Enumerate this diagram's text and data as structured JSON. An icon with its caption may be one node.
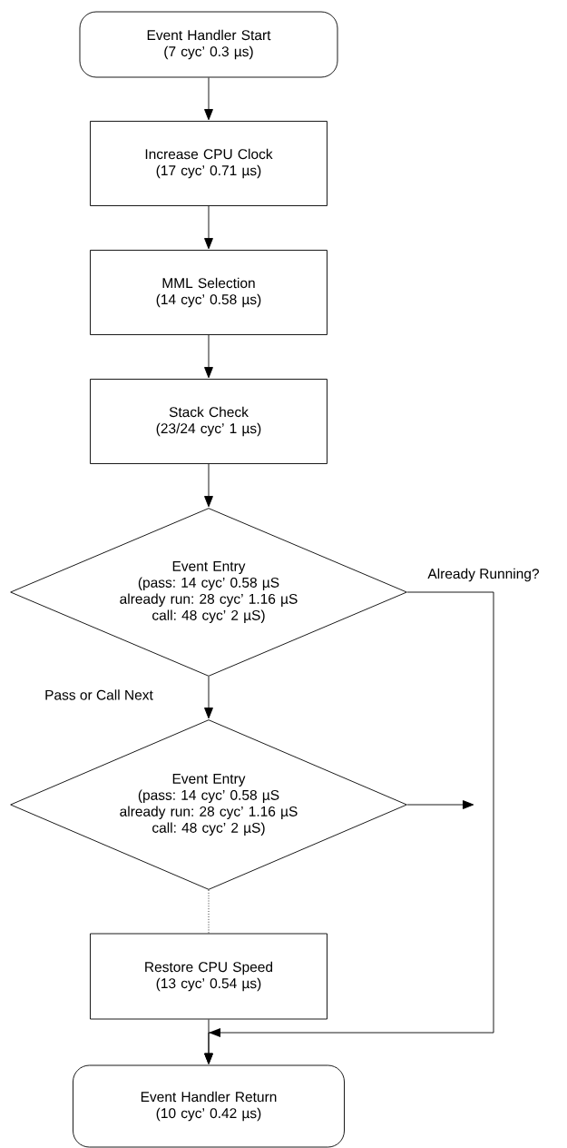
{
  "diagram": {
    "nodes": [
      {
        "text": [
          "Event Handler Start",
          "(7 cyc’ 0.3 µs)"
        ]
      },
      {
        "text": [
          "Increase CPU Clock",
          "(17 cyc’ 0.71 µs)"
        ]
      },
      {
        "text": [
          "MML Selection",
          "(14 cyc’ 0.58 µs)"
        ]
      },
      {
        "text": [
          "Stack Check",
          "(23/24 cyc’ 1 µs)"
        ]
      },
      {
        "text": [
          "Event Entry",
          "(pass: 14 cyc’ 0.58 µS",
          "already run: 28 cyc’ 1.16 µS",
          "call: 48 cyc’ 2 µS)"
        ]
      },
      {
        "text": [
          "Event Entry",
          "(pass: 14 cyc’ 0.58 µS",
          "already run: 28 cyc’ 1.16 µS",
          "call: 48 cyc’ 2 µS)"
        ]
      },
      {
        "text": [
          "Restore CPU Speed",
          "(13 cyc’ 0.54 µs)"
        ]
      },
      {
        "text": [
          "Event Handler Return",
          "(10 cyc’ 0.42 µs)"
        ]
      }
    ],
    "edges": [
      {
        "from": 0,
        "to": 1,
        "arrow": "to"
      },
      {
        "from": 1,
        "to": 2,
        "arrow": "to"
      },
      {
        "from": 2,
        "to": 3,
        "arrow": "to"
      },
      {
        "from": 3,
        "to": 4,
        "arrow": "to"
      },
      {
        "from": 4,
        "to": 5,
        "arrow": "to",
        "label": "Pass or Call Next"
      },
      {
        "from": 4,
        "to": 7,
        "arrow": "to",
        "label": "Already Running?"
      },
      {
        "from": 5,
        "to": null,
        "arrow": "to"
      },
      {
        "from": 5,
        "to": 6,
        "arrow": "none",
        "style": "dashed"
      },
      {
        "from": 6,
        "to": 7,
        "arrow": "to"
      }
    ]
  }
}
